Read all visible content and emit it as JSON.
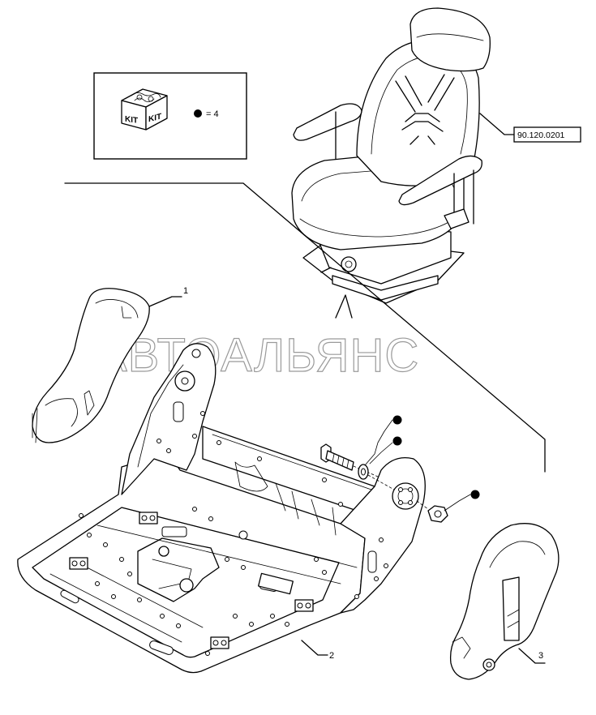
{
  "kit_box": {
    "icon_text_left": "KIT",
    "icon_text_right": "KIT",
    "note": "= 4"
  },
  "reference_label": "90.120.0201",
  "callouts": {
    "item_1": "1",
    "item_2": "2",
    "item_3": "3"
  },
  "watermark": "АВТОАЛЬЯНС"
}
